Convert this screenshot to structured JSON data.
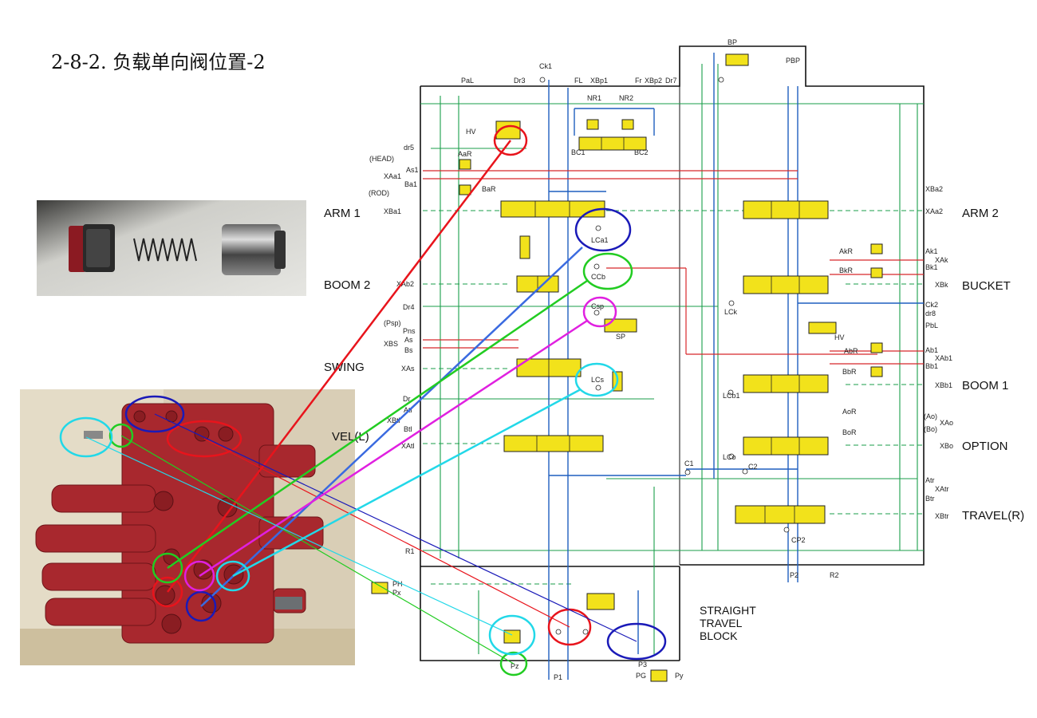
{
  "title": "2-8-2. 负载单向阀位置-2",
  "sections": {
    "arm1": "ARM 1",
    "boom2": "BOOM 2",
    "swing": "SWING",
    "travel_l": "VEL(L)",
    "arm2": "ARM 2",
    "bucket": "BUCKET",
    "boom1": "BOOM 1",
    "option": "OPTION",
    "travel_r": "TRAVEL(R)"
  },
  "block_label": [
    "STRAIGHT",
    "TRAVEL",
    "BLOCK"
  ],
  "valve_labels": {
    "lca1": "LCa1",
    "ccb": "CCb",
    "csp": "Csp",
    "lcs": "LCs",
    "lck": "LCk",
    "lcb1": "LCb1",
    "lco": "LCo",
    "c1": "C1",
    "c2": "C2",
    "cp2": "CP2",
    "hv_left": "HV",
    "hv_right": "HV",
    "sp": "SP",
    "aar": "AaR",
    "bar": "BaR",
    "akr": "AkR",
    "bkr": "BkR",
    "abr": "AbR",
    "bbr": "BbR",
    "aor": "AoR",
    "bor": "BoR",
    "nr1": "NR1",
    "nr2": "NR2",
    "bc1": "BC1",
    "bc2": "BC2",
    "bp": "BP",
    "pbp": "PBP",
    "ph": "PH",
    "px": "Px",
    "pz": "Pz",
    "pg": "PG",
    "py": "Py"
  },
  "port_labels": {
    "top": [
      "PaL",
      "Dr3",
      "Ck1",
      "FL",
      "XBp1",
      "Fr",
      "XBp2",
      "Dr7"
    ],
    "left": [
      "dr5",
      "(HEAD)",
      "XAa1",
      "As1",
      "Ba1",
      "(ROD)",
      "XBa1",
      "XAb2",
      "Dr4",
      "(Psp)",
      "Pns",
      "As",
      "XBS",
      "Bs",
      "XAs",
      "Dr",
      "Atl",
      "XBtl",
      "Btl",
      "XAtl",
      "R1"
    ],
    "right": [
      "XBa2",
      "XAa2",
      "Ak1",
      "XAk",
      "Bk1",
      "XBk",
      "Ck2",
      "dr8",
      "PbL",
      "Ab1",
      "XAb1",
      "Bb1",
      "XBb1",
      "(Ao)",
      "XAo",
      "(Bo)",
      "XBo",
      "Atr",
      "XAtr",
      "Btr",
      "XBtr"
    ],
    "bottom": [
      "P1",
      "P2",
      "R2",
      "P3"
    ]
  },
  "colors": {
    "green": "#1a9e4a",
    "blue": "#1f5fbf",
    "red": "#d8282a",
    "valve_yellow": "#f2e21b",
    "callout_red": "#e8141c",
    "callout_blue": "#1a1ab8",
    "callout_green": "#22cc22",
    "callout_magenta": "#e020e0",
    "callout_cyan": "#22d8e8",
    "callout_blue_link": "#3a6ae0"
  },
  "images": {
    "valve_parts_photo": "check-valve-disassembled-photo",
    "control_valve_photo": "main-control-valve-block-photo"
  }
}
